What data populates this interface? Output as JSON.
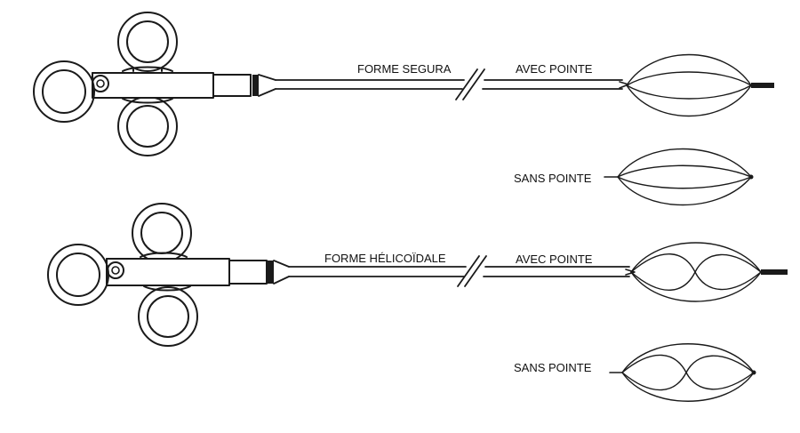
{
  "labels": {
    "forme_segura": "FORME SEGURA",
    "forme_helicoidale": "FORME HÉLICOÏDALE",
    "avec_pointe": "AVEC POINTE",
    "sans_pointe": "SANS POINTE"
  },
  "colors": {
    "stroke": "#1a1a1a",
    "background": "#ffffff"
  }
}
